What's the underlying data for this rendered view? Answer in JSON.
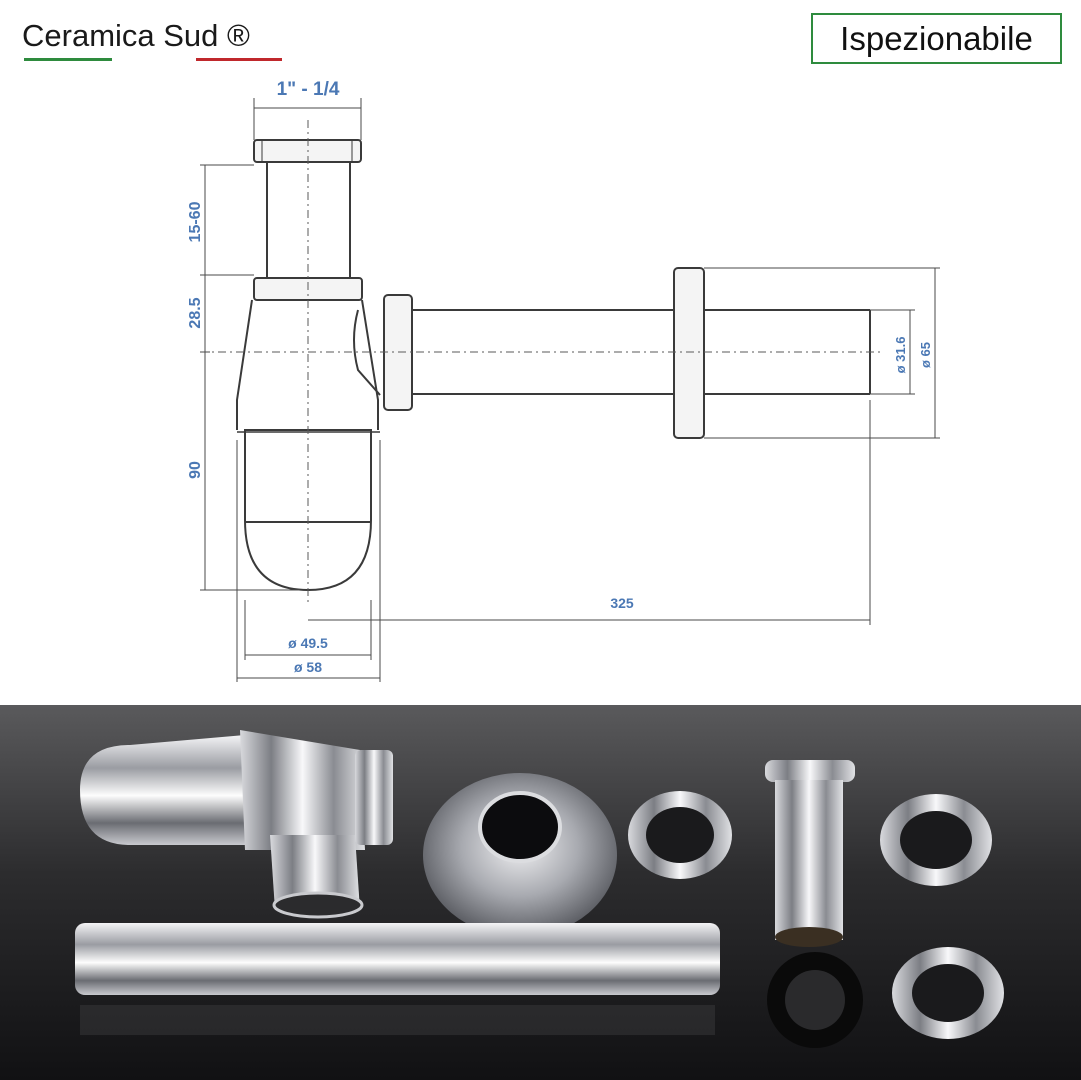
{
  "header": {
    "brand": "Ceramica Sud ®",
    "badge": "Ispezionabile"
  },
  "drawing": {
    "thread_size": "1\" - 1/4",
    "dim_height_adjust": "15-60",
    "dim_outlet_height": "28.5",
    "dim_body_height": "90",
    "dim_outlet_length": "325",
    "dim_cup_diameter": "ø 49.5",
    "dim_body_diameter": "ø 58",
    "dim_pipe_diameter": "ø 31.6",
    "dim_rosette_diameter": "ø 65"
  },
  "colors": {
    "dimension_text": "#4b78b4",
    "brand_green": "#2e8b3e",
    "brand_red": "#c0282c"
  }
}
